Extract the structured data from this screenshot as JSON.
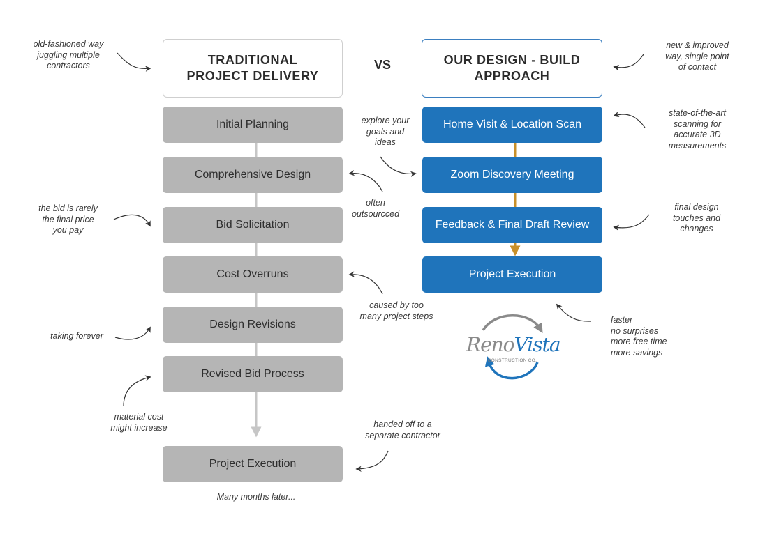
{
  "headers": {
    "left": "TRADITIONAL\nPROJECT DELIVERY",
    "vs": "VS",
    "right": "OUR DESIGN - BUILD\nAPPROACH"
  },
  "traditional_steps": [
    "Initial Planning",
    "Comprehensive Design",
    "Bid Solicitation",
    "Cost Overruns",
    "Design Revisions",
    "Revised Bid Process",
    "Project Execution"
  ],
  "design_build_steps": [
    "Home Visit & Location Scan",
    "Zoom Discovery Meeting",
    "Feedback & Final Draft Review",
    "Project Execution"
  ],
  "notes": {
    "old_fashioned": "old-fashioned way\njuggling multiple\ncontractors",
    "bid_rarely": "the bid is rarely\nthe final price\nyou pay",
    "taking_forever": "taking forever",
    "material_cost": "material cost\nmight increase",
    "footer": "Many months later...",
    "explore_goals": "explore your\ngoals and\nideas",
    "often_outsourced": "often\noutsourcced",
    "caused_by": "caused by too\nmany project steps",
    "handed_off": "handed off to a\nseparate contractor",
    "new_improved": "new & improved\nway, single point\nof contact",
    "state_of_art": "state-of-the-art\nscanning for\naccurate 3D\nmeasurements",
    "final_design": "final design\ntouches and\nchanges",
    "benefits": "faster\nno surprises\nmore free time\nmore savings"
  },
  "logo": {
    "name_part1": "Reno",
    "name_part2": "Vista",
    "tagline": "CONSTRUCTION CO."
  },
  "colors": {
    "traditional_box": "#b5b5b5",
    "design_build_box": "#1f74bb",
    "design_build_connector": "#c8902a",
    "traditional_connector": "#c6c6c6",
    "logo_grey": "#8a8a8a",
    "logo_blue": "#1f74bb"
  }
}
